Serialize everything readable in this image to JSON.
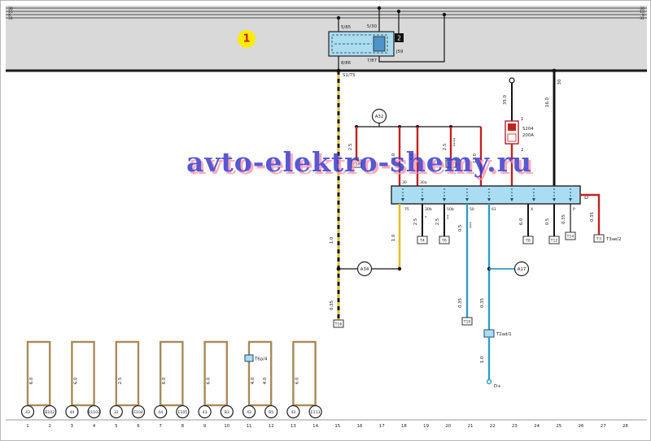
{
  "watermark": {
    "text": "avto-elektro-shemy.ru"
  },
  "colors": {
    "band": "#d9d9d9",
    "panel": "#aadcf2",
    "relay_inner": "#4d94c8",
    "red": "#c32222",
    "yellow": "#e2bf2a",
    "blue": "#2f9dc8",
    "tan": "#a88a5a",
    "node": "#ffec00",
    "node_text": "#d42020",
    "wm_front": "#3c3ccc",
    "wm_back": "#ff9db0"
  },
  "bus": {
    "labels": [
      "30",
      "15",
      "X",
      "31"
    ]
  },
  "t": {
    "node1": "1",
    "p585": "5/85",
    "p530": "5/30",
    "p886": "8/86",
    "p787": "7/87",
    "j59": "J59",
    "relbox": "2",
    "s175": "S1/75",
    "w30": "30",
    "w16": "16.0",
    "w35": "35.0",
    "f1": "1",
    "f2": "2",
    "fname": "S204",
    "famp": "200A",
    "a32": "A32",
    "a34": "A34",
    "a17": "A17",
    "g25a": "2.5",
    "g40a": "4.0",
    "g40b": "4.0",
    "g25b": "2.5",
    "g120": "12.0",
    "stars4": "****",
    "b1": "T28",
    "b2": "T32",
    "term30": "30",
    "term30a": "30a",
    "stripD": "D",
    "term75": "75",
    "term30b": "30b",
    "term50b": "50b",
    "term50": "50",
    "term61": "61",
    "termX": "X",
    "termP": "P",
    "gy10": "1.0",
    "gs10": "1.0",
    "gs035": "0.35",
    "bs": "T16",
    "g25c": "2.5",
    "star1": "*",
    "b3": "T4",
    "g25d": "2.5",
    "star2": "**",
    "b4": "T6",
    "g05a": "0.5",
    "stars3": "***",
    "g035a": "0.35",
    "b5": "T10",
    "g035b": "0.35",
    "t2ad": "T2ad/1",
    "g10c": "1.0",
    "dplus": "D+",
    "g60": "6.0",
    "b6": "T8",
    "g05b": "0.5",
    "b7": "T12",
    "g035c": "0.35",
    "b8": "T14",
    "g035d": "0.35",
    "b9": "T3",
    "t3ae": "T3ae/2",
    "t6p": "T6p/4"
  },
  "bottom": {
    "scale": [
      "1",
      "2",
      "3",
      "4",
      "5",
      "6",
      "7",
      "8",
      "9",
      "10",
      "11",
      "12",
      "13",
      "14",
      "15",
      "16",
      "17",
      "18",
      "19",
      "20",
      "21",
      "22",
      "23",
      "24",
      "25",
      "26",
      "27",
      "28"
    ],
    "circles": [
      "43",
      "B102",
      "44",
      "B1102",
      "32",
      "E104",
      "44",
      "E105",
      "43",
      "B3",
      "43",
      "B5",
      "43",
      "E113"
    ],
    "gauges": [
      "6.0",
      "",
      "6.0",
      "",
      "2.5",
      "",
      "6.0",
      "",
      "6.0",
      "",
      "4.0",
      "4.0",
      "6.0",
      ""
    ]
  }
}
